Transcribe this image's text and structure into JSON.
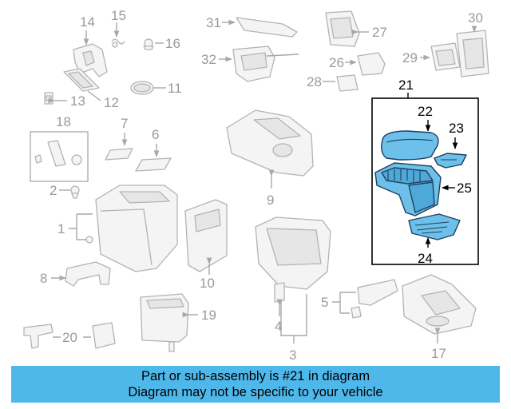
{
  "diagram": {
    "highlighted_part": "21",
    "callouts": [
      "1",
      "2",
      "3",
      "4",
      "5",
      "6",
      "7",
      "8",
      "9",
      "10",
      "11",
      "12",
      "13",
      "14",
      "15",
      "16",
      "17",
      "18",
      "19",
      "20",
      "21",
      "22",
      "23",
      "24",
      "25",
      "26",
      "27",
      "28",
      "29",
      "30",
      "31",
      "32"
    ]
  },
  "banner": {
    "line1": "Part or sub-assembly is #21 in diagram",
    "line2": "Diagram may not be specific to your vehicle"
  },
  "colors": {
    "highlight_fill": "#6cc0ea",
    "banner_background": "#4fb8ea",
    "outline_gray": "#b3b3b3",
    "callout_gray": "#9a9a9a"
  }
}
